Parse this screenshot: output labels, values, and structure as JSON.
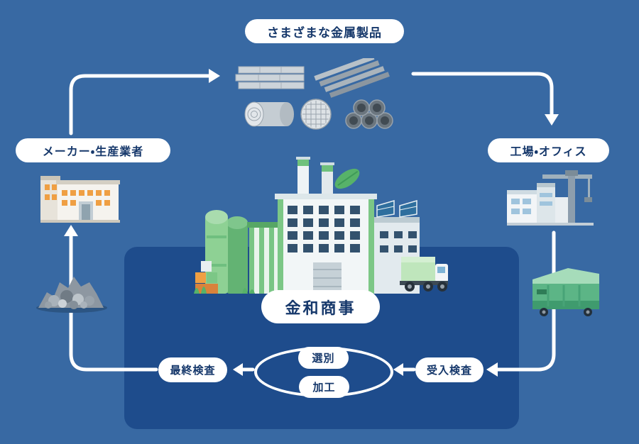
{
  "diagram": {
    "labels": {
      "metal_products": "さまざまな金属製品",
      "manufacturer": "メーカー・生産業者",
      "factory_office": "工場・オフィス",
      "company": "金和商事",
      "receiving_inspection": "受入検査",
      "sorting": "選別",
      "processing": "加工",
      "final_inspection": "最終検査"
    },
    "colors": {
      "background": "#3869a3",
      "panel": "#1e4c8c",
      "label_text": "#16386b",
      "arrow": "#ffffff",
      "plant_green": "#7cc786",
      "dumpster_green": "#5cb586",
      "metal_gray": "#aab4bc",
      "accent_orange": "#ef9f43",
      "solar_blue": "#2f6f9e",
      "window_navy": "#33526e"
    },
    "illustrations": [
      "metal-products-illustration",
      "manufacturer-building-illustration",
      "factory-office-illustration",
      "recycling-plant-illustration",
      "green-dumpster-illustration",
      "scrap-metal-pile-illustration"
    ]
  }
}
